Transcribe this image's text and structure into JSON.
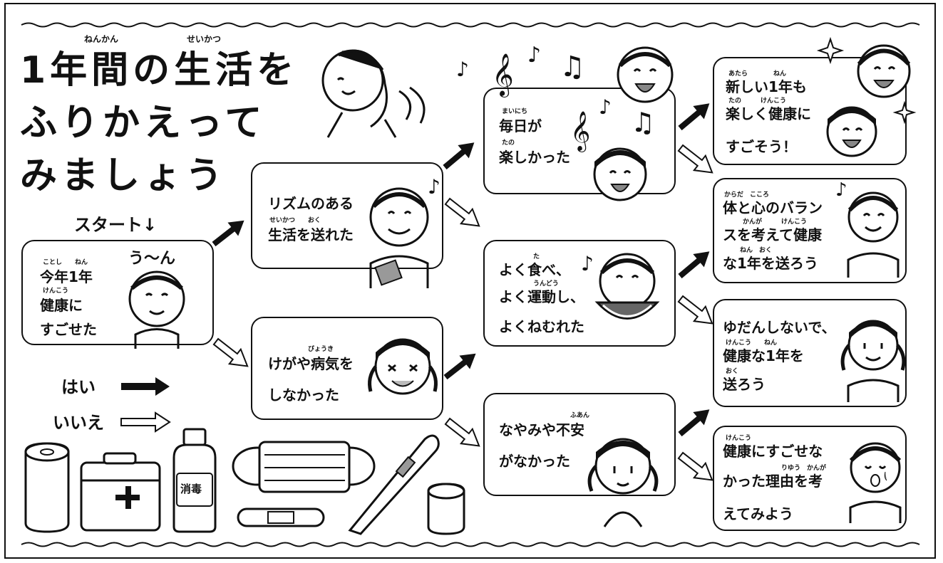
{
  "title": {
    "line1": "1年間の生活を",
    "line2": "ふりかえって",
    "line3": "みましょう",
    "ruby_nenkan": "ねんかん",
    "ruby_seikatsu": "せいかつ"
  },
  "start_label": "スタート↓",
  "legend": {
    "yes": "はい",
    "no": "いいえ"
  },
  "supplies": {
    "bottle_label": "消毒"
  },
  "boxes": {
    "start": {
      "thought": "う〜ん",
      "line1": "今年1年",
      "ruby1": "ことし　　ねん",
      "line2": "健康に",
      "ruby2": "けんこう",
      "line3": "すごせた"
    },
    "rhythm": {
      "line1": "リズムのある",
      "line2": "生活を送れた",
      "ruby2": "せいかつ　　おく"
    },
    "illness": {
      "line1": "けがや病気を",
      "ruby1": "びょうき",
      "line2": "しなかった"
    },
    "fun": {
      "line1": "毎日が",
      "ruby1": "まいにち",
      "line2": "楽しかった",
      "ruby2": "たの"
    },
    "eat": {
      "line1": "よく食べ、",
      "ruby1": "た",
      "line2": "よく運動し、",
      "ruby2": "うんどう",
      "line3": "よくねむれた"
    },
    "worry": {
      "line1": "なやみや不安",
      "ruby1": "ふあん",
      "line2": "がなかった"
    },
    "r1": {
      "line1": "新しい1年も",
      "ruby1": "あたら　　　　ねん",
      "line2": "楽しく健康に",
      "ruby2": "たの　　　けんこう",
      "line3": "すごそう！"
    },
    "r2": {
      "line1": "体と心のバラン",
      "ruby1": "からだ　こころ",
      "line2": "スを考えて健康",
      "ruby2": "かんが　　　けんこう",
      "line3": "な1年を送ろう",
      "ruby3": "ねん　おく"
    },
    "r3": {
      "line1": "ゆだんしないで、",
      "line2": "健康な1年を",
      "ruby2": "けんこう　　ねん",
      "line3": "送ろう",
      "ruby3": "おく"
    },
    "r4": {
      "line1": "健康にすごせな",
      "ruby1": "けんこう",
      "line2": "かった理由を考",
      "ruby2": "りゆう　かんが",
      "line3": "えてみよう"
    }
  }
}
